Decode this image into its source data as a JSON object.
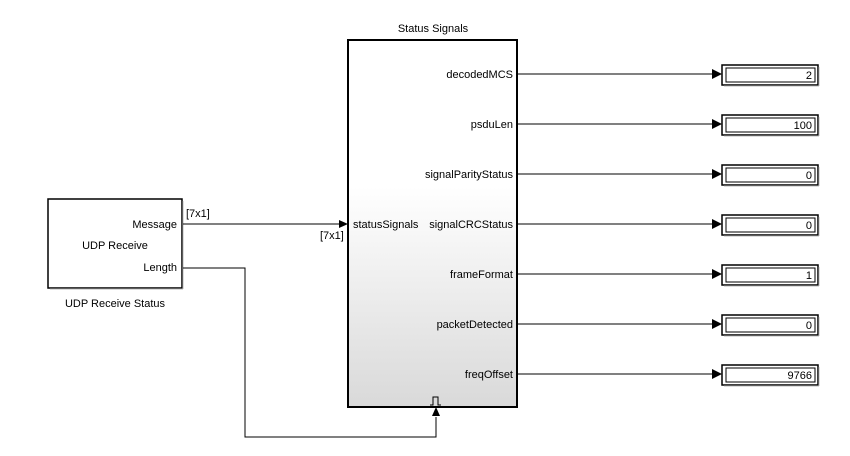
{
  "udp_block": {
    "title": "UDP Receive Status",
    "center_label": "UDP Receive",
    "port_message": "Message",
    "port_length": "Length"
  },
  "status_block": {
    "title": "Status Signals",
    "input_port": "statusSignals",
    "trigger_icon": "trigger-pulse-icon",
    "outputs": [
      {
        "label": "decodedMCS",
        "display_value": "2"
      },
      {
        "label": "psduLen",
        "display_value": "100"
      },
      {
        "label": "signalParityStatus",
        "display_value": "0"
      },
      {
        "label": "signalCRCStatus",
        "display_value": "0"
      },
      {
        "label": "frameFormat",
        "display_value": "1"
      },
      {
        "label": "packetDetected",
        "display_value": "0"
      },
      {
        "label": "freqOffset",
        "display_value": "9766"
      }
    ]
  },
  "signal_dims": {
    "out": "[7x1]",
    "in": "[7x1]"
  },
  "colors": {
    "block_border": "#000000",
    "wire": "#000000",
    "gradient_top": "#ffffff",
    "gradient_bottom": "#d8d8d8"
  }
}
